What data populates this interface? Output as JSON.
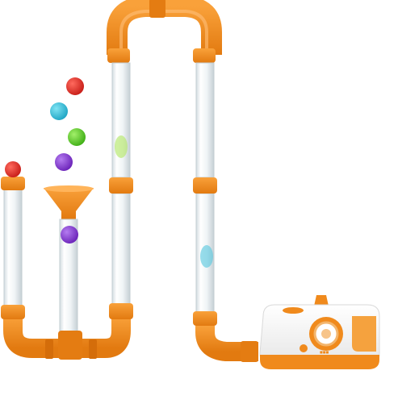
{
  "scene": {
    "subject": "ball-blaster-tube-toy",
    "colors": {
      "background": "#ffffff",
      "track_orange": "#f08a1c",
      "track_orange_dark": "#d9720a",
      "tube_glass": "#e6eef2",
      "tube_edge": "#c7d2d8",
      "blower_white": "#f7f7f7",
      "ball_red": "#e02a22",
      "ball_cyan": "#2fc0dd",
      "ball_green": "#5fd12a",
      "ball_purple": "#8a3bd6"
    },
    "balls": [
      {
        "name": "red-ball",
        "color": "#e02a22"
      },
      {
        "name": "cyan-ball",
        "color": "#2fc0dd"
      },
      {
        "name": "green-ball",
        "color": "#5fd12a"
      },
      {
        "name": "purple-ball",
        "color": "#8a3bd6"
      }
    ]
  }
}
